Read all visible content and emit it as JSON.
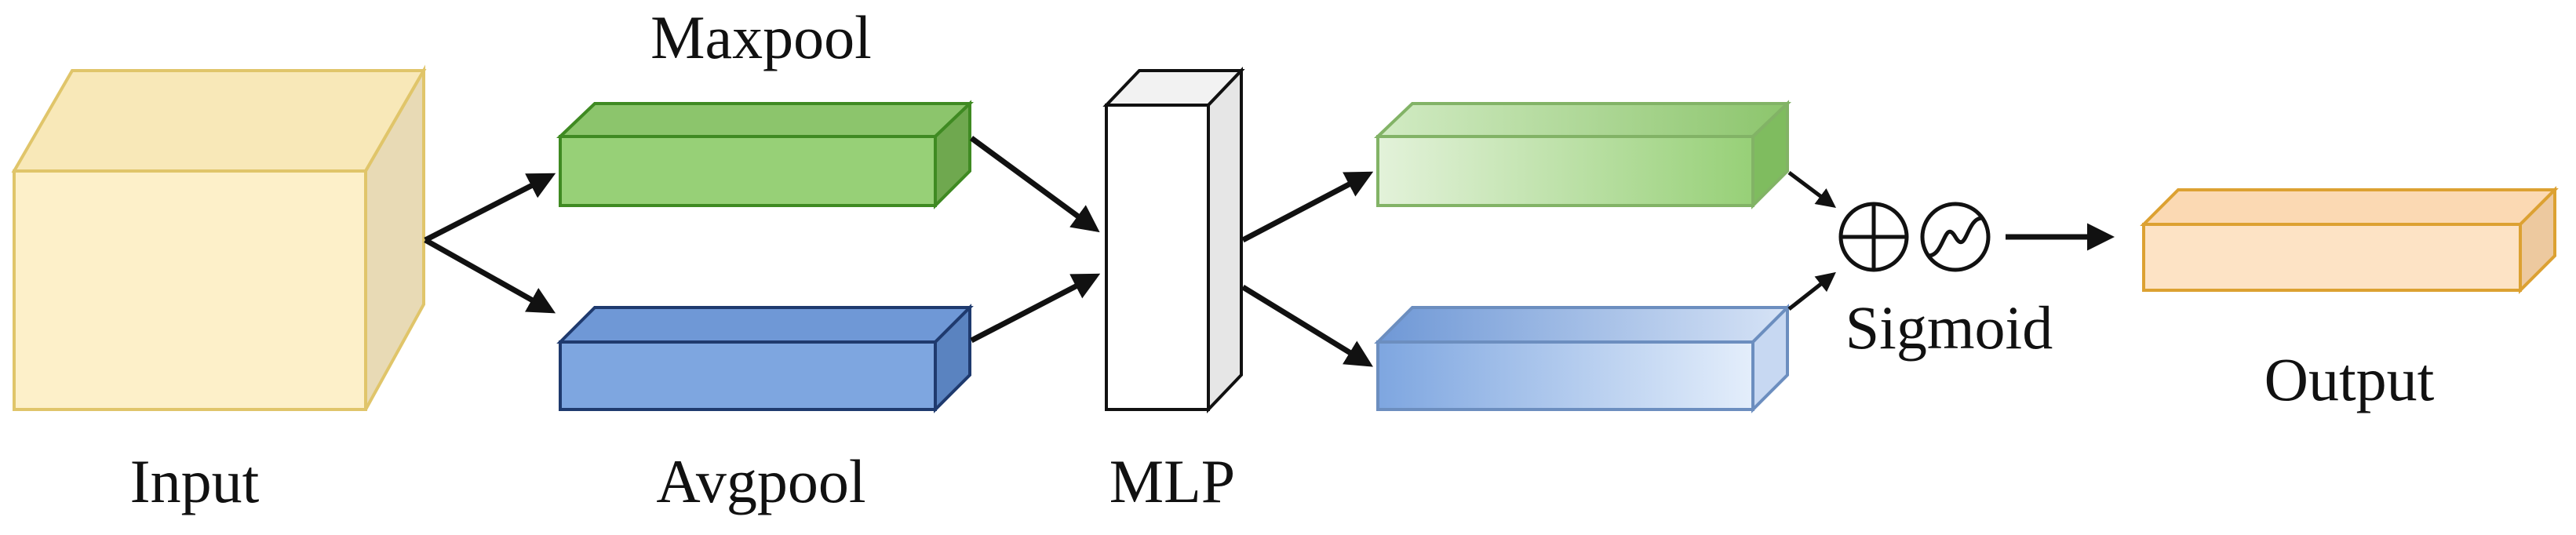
{
  "labels": {
    "input": "Input",
    "maxpool": "Maxpool",
    "avgpool": "Avgpool",
    "mlp": "MLP",
    "sigmoid": "Sigmoid",
    "output": "Output"
  },
  "symbols": {
    "add": "circled-plus-icon",
    "sigmoid": "sigmoid-curve-icon"
  },
  "colors": {
    "input_fill": "#fdf0c9",
    "input_stroke": "#e0c56a",
    "maxpool_fill": "#97d077",
    "maxpool_stroke": "#3f8a22",
    "avgpool_fill": "#7ea6e0",
    "avgpool_stroke": "#1f3a6e",
    "mlp_fill": "#ffffff",
    "mlp_stroke": "#111111",
    "output_fill": "#fde3c5",
    "output_stroke": "#dca132",
    "arrow": "#111111"
  }
}
